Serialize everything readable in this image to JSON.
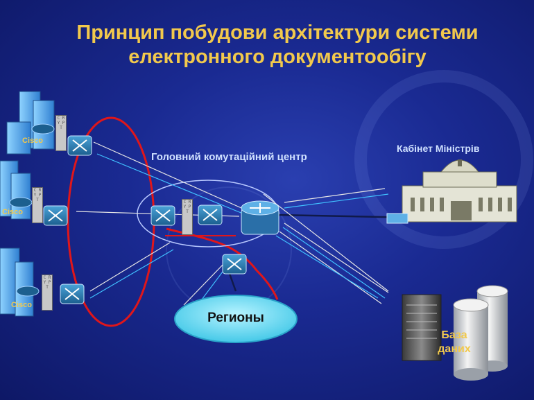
{
  "title": "Принцип побудови архітектури системи електронного документообігу",
  "labels": {
    "center": "Головний комутаційний центр",
    "cabinet": "Кабінет Міністрів",
    "regions": "Регионы",
    "database": "База даних",
    "cisco": "Cisco",
    "crypt": "C R Y P T"
  },
  "colors": {
    "title": "#f2c94c",
    "ring": "#e0161a",
    "regions_fill": "#6fe0f4",
    "background": "#1a2a92"
  },
  "icons": [
    "building-icon",
    "router-icon",
    "switch-icon",
    "crypt-device-icon",
    "government-building-icon",
    "server-icon",
    "database-cylinder-icon"
  ]
}
